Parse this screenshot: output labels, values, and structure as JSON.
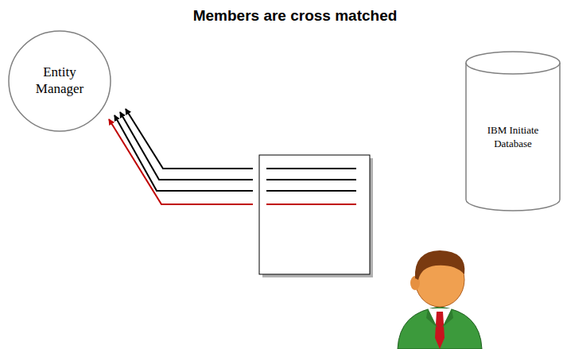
{
  "diagram": {
    "title": "Members are cross matched",
    "nodes": [
      {
        "text": [
          "Entity Manager"
        ]
      },
      {
        "text": [
          "IBM Initiate Database"
        ]
      }
    ]
  }
}
